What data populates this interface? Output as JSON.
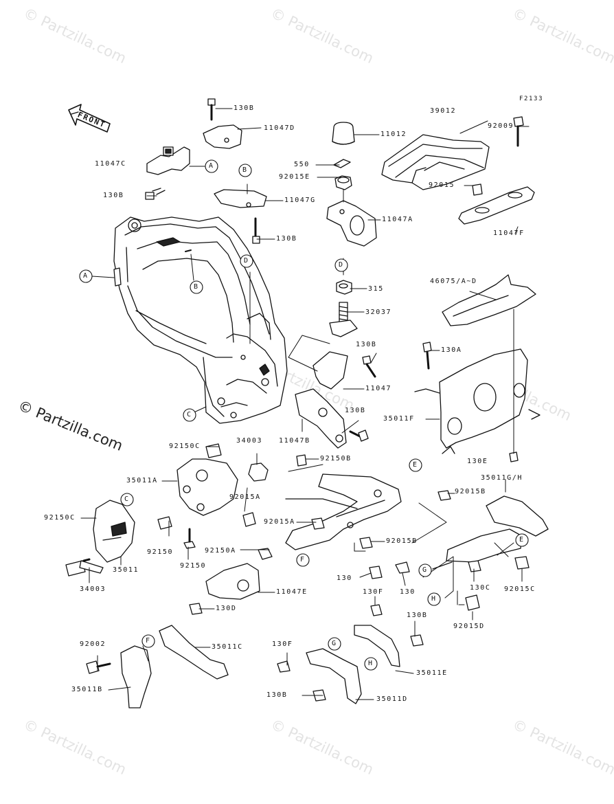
{
  "watermark": "© Partzilla.com",
  "side_watermark": "© Partzilla.com",
  "figure_code": "F2133",
  "front_label": "FRONT",
  "callouts": {
    "a1": "A",
    "a2": "A",
    "b1": "B",
    "b2": "B",
    "c1": "C",
    "c2": "C",
    "d1": "D",
    "d2": "D",
    "e1": "E",
    "e2": "E",
    "f1": "F",
    "f2": "F",
    "g1": "G",
    "g2": "G",
    "h1": "H",
    "h2": "H"
  },
  "labels": {
    "p130b_a": "130B",
    "p11047d": "11047D",
    "p11047c": "11047C",
    "p130b_b": "130B",
    "p11047g": "11047G",
    "p130b_c": "130B",
    "p11012": "11012",
    "p550": "550",
    "p92015e": "92015E",
    "p11047a": "11047A",
    "p315": "315",
    "p32037": "32037",
    "p130b_d": "130B",
    "p11047": "11047",
    "p130b_e": "130B",
    "p11047b": "11047B",
    "p39012": "39012",
    "p92009": "92009",
    "p92015": "92015",
    "p11047f": "11047F",
    "p46075": "46075/A~D",
    "p130a": "130A",
    "p35011f": "35011F",
    "p130e": "130E",
    "p92150c_a": "92150C",
    "p34003_a": "34003",
    "p92150b": "92150B",
    "p35011a": "35011A",
    "p92015a_a": "92015A",
    "p92150c_b": "92150C",
    "p92150_a": "92150",
    "p35011": "35011",
    "p92150_b": "92150",
    "p34003_b": "34003",
    "p92015a_b": "92015A",
    "p92150a": "92150A",
    "p92015b_a": "92015B",
    "p35011gh": "35011G/H",
    "p92015b_b": "92015B",
    "p130_a": "130",
    "p130_b": "130",
    "p130c": "130C",
    "p92015c": "92015C",
    "p11047e": "11047E",
    "p130d": "130D",
    "p92015d": "92015D",
    "p130f_a": "130F",
    "p130b_f": "130B",
    "p35011e": "35011E",
    "p92002": "92002",
    "p35011c": "35011C",
    "p35011b": "35011B",
    "p130f_b": "130F",
    "p130b_g": "130B",
    "p35011d": "35011D"
  }
}
